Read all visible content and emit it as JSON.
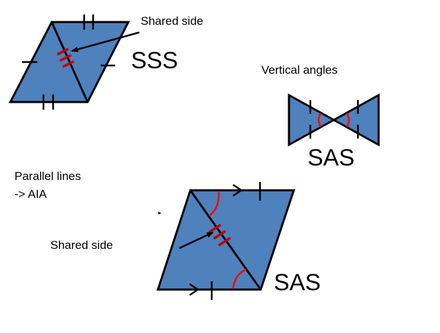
{
  "colors": {
    "fill": "#4f81bd",
    "stroke": "#000000",
    "mark": "#c00000",
    "angle_arc": "#ff0000"
  },
  "figures": {
    "top_left": {
      "callout": "Shared side",
      "label": "SSS"
    },
    "bowtie": {
      "caption": "Vertical angles",
      "label": "SAS"
    },
    "bottom": {
      "note_line1": "Parallel lines",
      "note_line2": "->  AIA",
      "callout": "Shared side",
      "label": "SAS"
    }
  }
}
